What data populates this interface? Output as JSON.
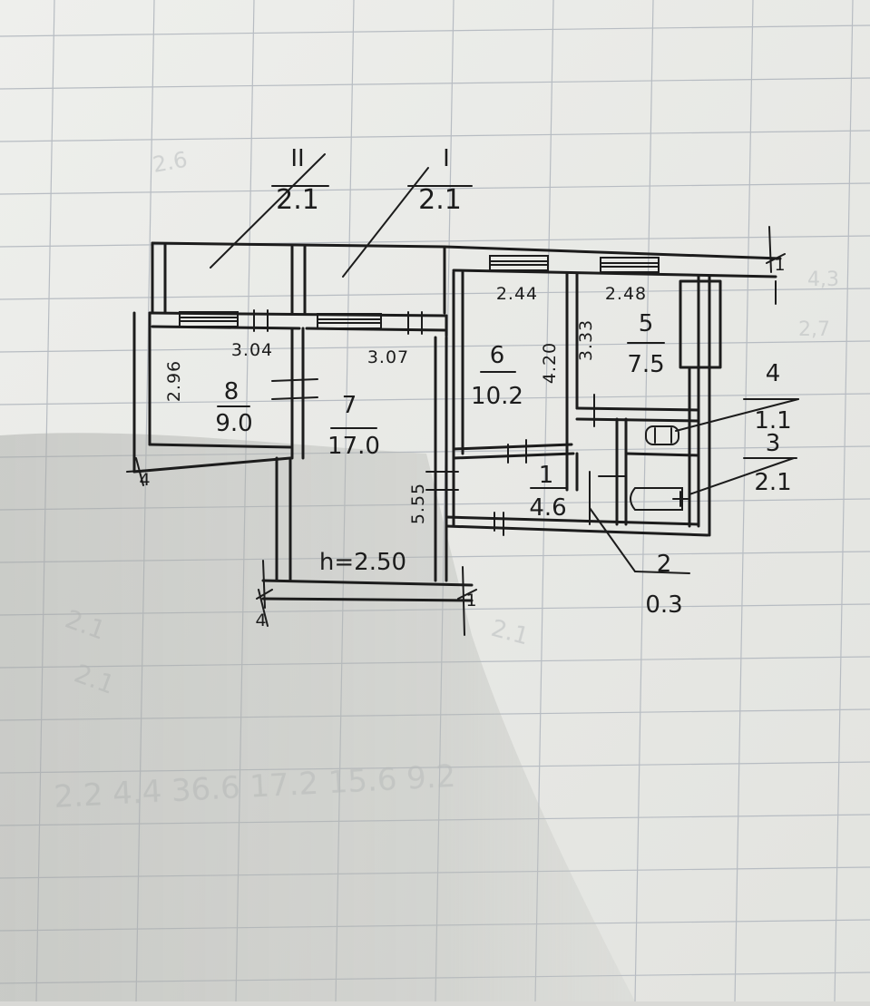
{
  "plan": {
    "balcony_left": {
      "number": "II",
      "area": "2.1"
    },
    "balcony_right": {
      "number": "I",
      "area": "2.1"
    },
    "rooms": [
      {
        "number": "8",
        "area": "9.0"
      },
      {
        "number": "7",
        "area": "17.0"
      },
      {
        "number": "6",
        "area": "10.2"
      },
      {
        "number": "5",
        "area": "7.5"
      },
      {
        "number": "1",
        "area": "4.6"
      },
      {
        "number": "4",
        "area": "1.1"
      },
      {
        "number": "3",
        "area": "2.1"
      },
      {
        "number": "2",
        "area": "0.3"
      }
    ],
    "dimensions": {
      "room8_width": "3.04",
      "room8_depth": "2.96",
      "room7_width": "3.07",
      "room6_width": "2.44",
      "room6_depth": "4.20",
      "room5_width": "2.48",
      "room5_depth": "3.33",
      "hall_length": "5.55",
      "ceiling_height": "h=2.50"
    },
    "axis_marks": [
      "4",
      "1",
      "4",
      "1"
    ]
  },
  "colors": {
    "paper": "#ecedea",
    "shadow": "#b3b5b1",
    "ink": "#1c1c1c",
    "grid": "#b7bcc2"
  }
}
